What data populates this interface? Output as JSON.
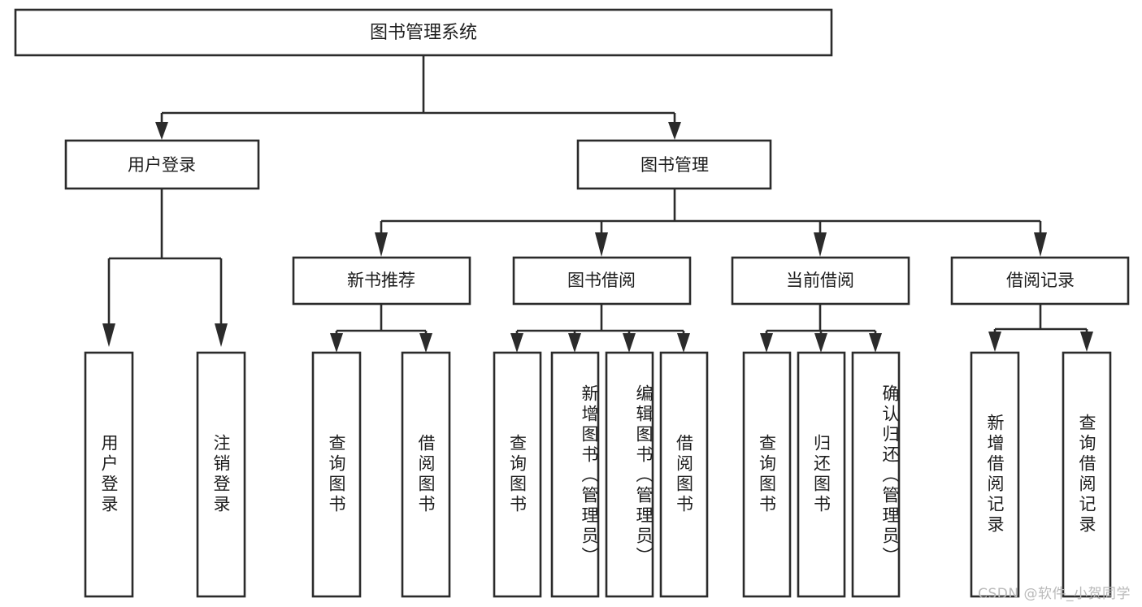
{
  "diagram": {
    "title": "图书管理系统",
    "type": "tree-hierarchy",
    "watermark": "CSDN @软件_小贺同学",
    "colors": {
      "stroke": "#2b2b2b",
      "fill": "#ffffff",
      "text": "#1d1d1d",
      "watermark": "#b9b9b9"
    },
    "root": {
      "label": "图书管理系统"
    },
    "level2": [
      {
        "label": "用户登录"
      },
      {
        "label": "图书管理"
      }
    ],
    "level3": [
      {
        "label": "新书推荐"
      },
      {
        "label": "图书借阅"
      },
      {
        "label": "当前借阅"
      },
      {
        "label": "借阅记录"
      }
    ],
    "leaves": {
      "user_login": [
        "用户登录",
        "注销登录"
      ],
      "new_book": [
        "查询图书",
        "借阅图书"
      ],
      "book_borrow": [
        "查询图书",
        "新增图书（管理员）",
        "编辑图书（管理员）",
        "借阅图书"
      ],
      "current_borrow": [
        "查询图书",
        "归还图书",
        "确认归还（管理员）"
      ],
      "borrow_record": [
        "新增借阅记录",
        "查询借阅记录"
      ]
    }
  }
}
